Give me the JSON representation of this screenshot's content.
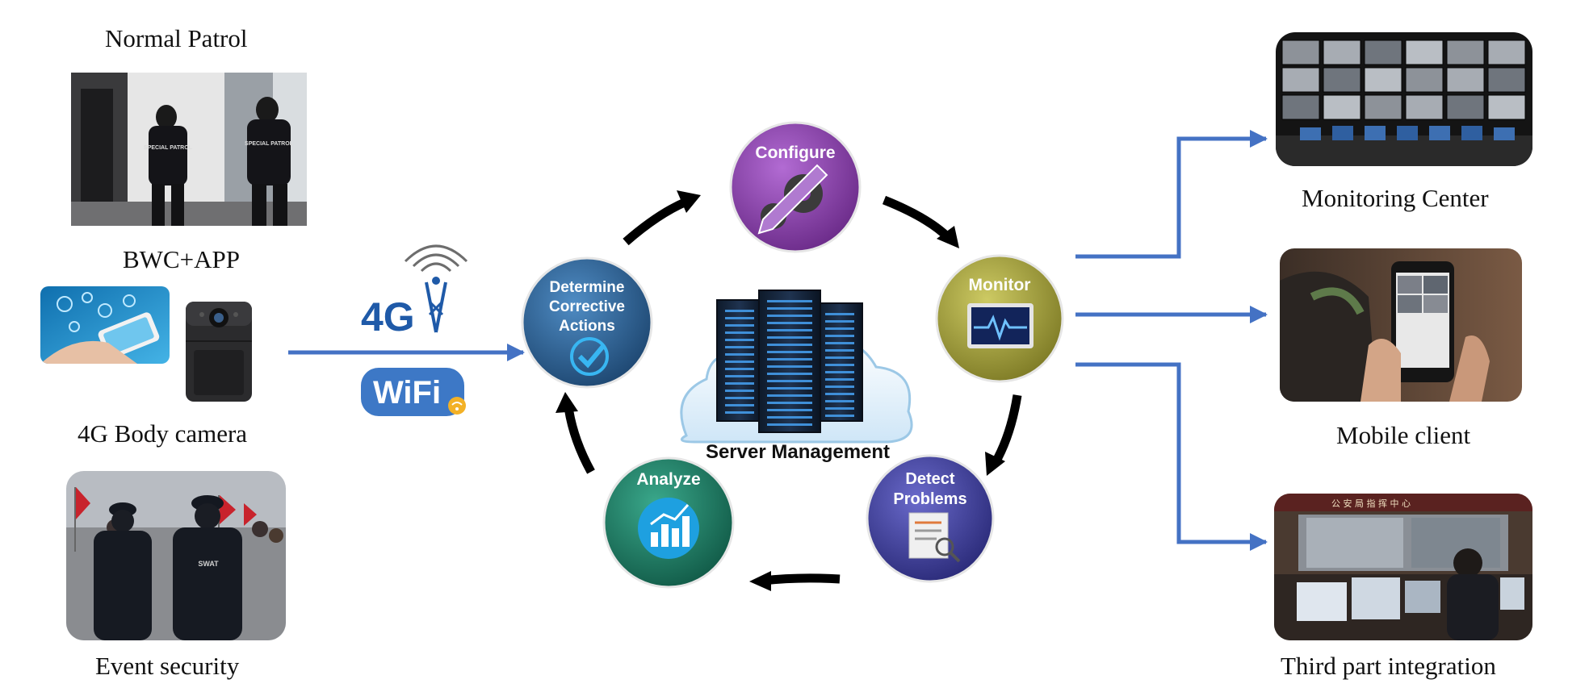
{
  "left_column": {
    "normal_patrol": "Normal Patrol",
    "bwc_app": "BWC+APP",
    "body_camera": "4G Body camera",
    "event_security": "Event security",
    "patrol_vest_text": "SPECIAL PATROL",
    "swat_vest_text": "SWAT"
  },
  "connectivity": {
    "cellular": "4G",
    "wifi": "WiFi"
  },
  "cycle": {
    "center": "Server Management",
    "configure": "Configure",
    "monitor": "Monitor",
    "detect": [
      "Detect",
      "Problems"
    ],
    "analyze": "Analyze",
    "determine": [
      "Determine",
      "Corrective",
      "Actions"
    ]
  },
  "right_column": {
    "monitoring_center": "Monitoring Center",
    "mobile_client": "Mobile client",
    "third_party": "Third part integration",
    "control_room_sign": "公 安 局 指 挥 中 心"
  },
  "colors": {
    "arrow_blue": "#4472c4",
    "configure": "#8e3fb0",
    "monitor": "#a9a53c",
    "detect": "#3f3f9c",
    "analyze": "#1f7a63",
    "determine": "#2d5f91"
  },
  "icons": {
    "configure": "pencil-gear-icon",
    "monitor": "heartbeat-monitor-icon",
    "detect": "document-magnifier-icon",
    "analyze": "bar-chart-icon",
    "determine": "checkmark-icon",
    "server": "server-cloud-icon"
  }
}
